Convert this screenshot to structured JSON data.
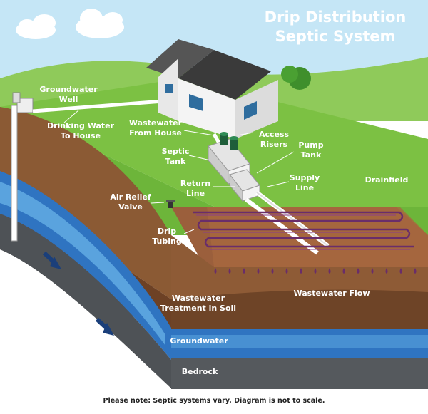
{
  "title": {
    "line1": "Drip Distribution",
    "line2": "Septic System"
  },
  "labels": {
    "groundwater_well": [
      "Groundwater",
      "Well"
    ],
    "drinking_water": [
      "Drinking Water",
      "To House"
    ],
    "wastewater_from_house": [
      "Wastewater",
      "From House"
    ],
    "access_risers": [
      "Access",
      "Risers"
    ],
    "septic_tank": [
      "Septic",
      "Tank"
    ],
    "pump_tank": [
      "Pump",
      "Tank"
    ],
    "return_line": [
      "Return",
      "Line"
    ],
    "supply_line": [
      "Supply",
      "Line"
    ],
    "drainfield": "Drainfield",
    "air_relief_valve": [
      "Air Relief",
      "Valve"
    ],
    "drip_tubing": [
      "Drip",
      "Tubing"
    ],
    "wastewater_treatment": [
      "Wastewater",
      "Treatment in Soil"
    ],
    "wastewater_flow": "Wastewater Flow",
    "groundwater": "Groundwater",
    "bedrock": "Bedrock"
  },
  "footnote": "Please note: Septic systems vary. Diagram is not to scale.",
  "colors": {
    "sky": "#bfe3f5",
    "grass": "#7dc242",
    "soil_top": "#8a5a35",
    "soil_mid": "#6e4326",
    "groundwater": "#2f73c0",
    "bedrock": "#555a5e",
    "drip_line": "#6a2d6a"
  }
}
